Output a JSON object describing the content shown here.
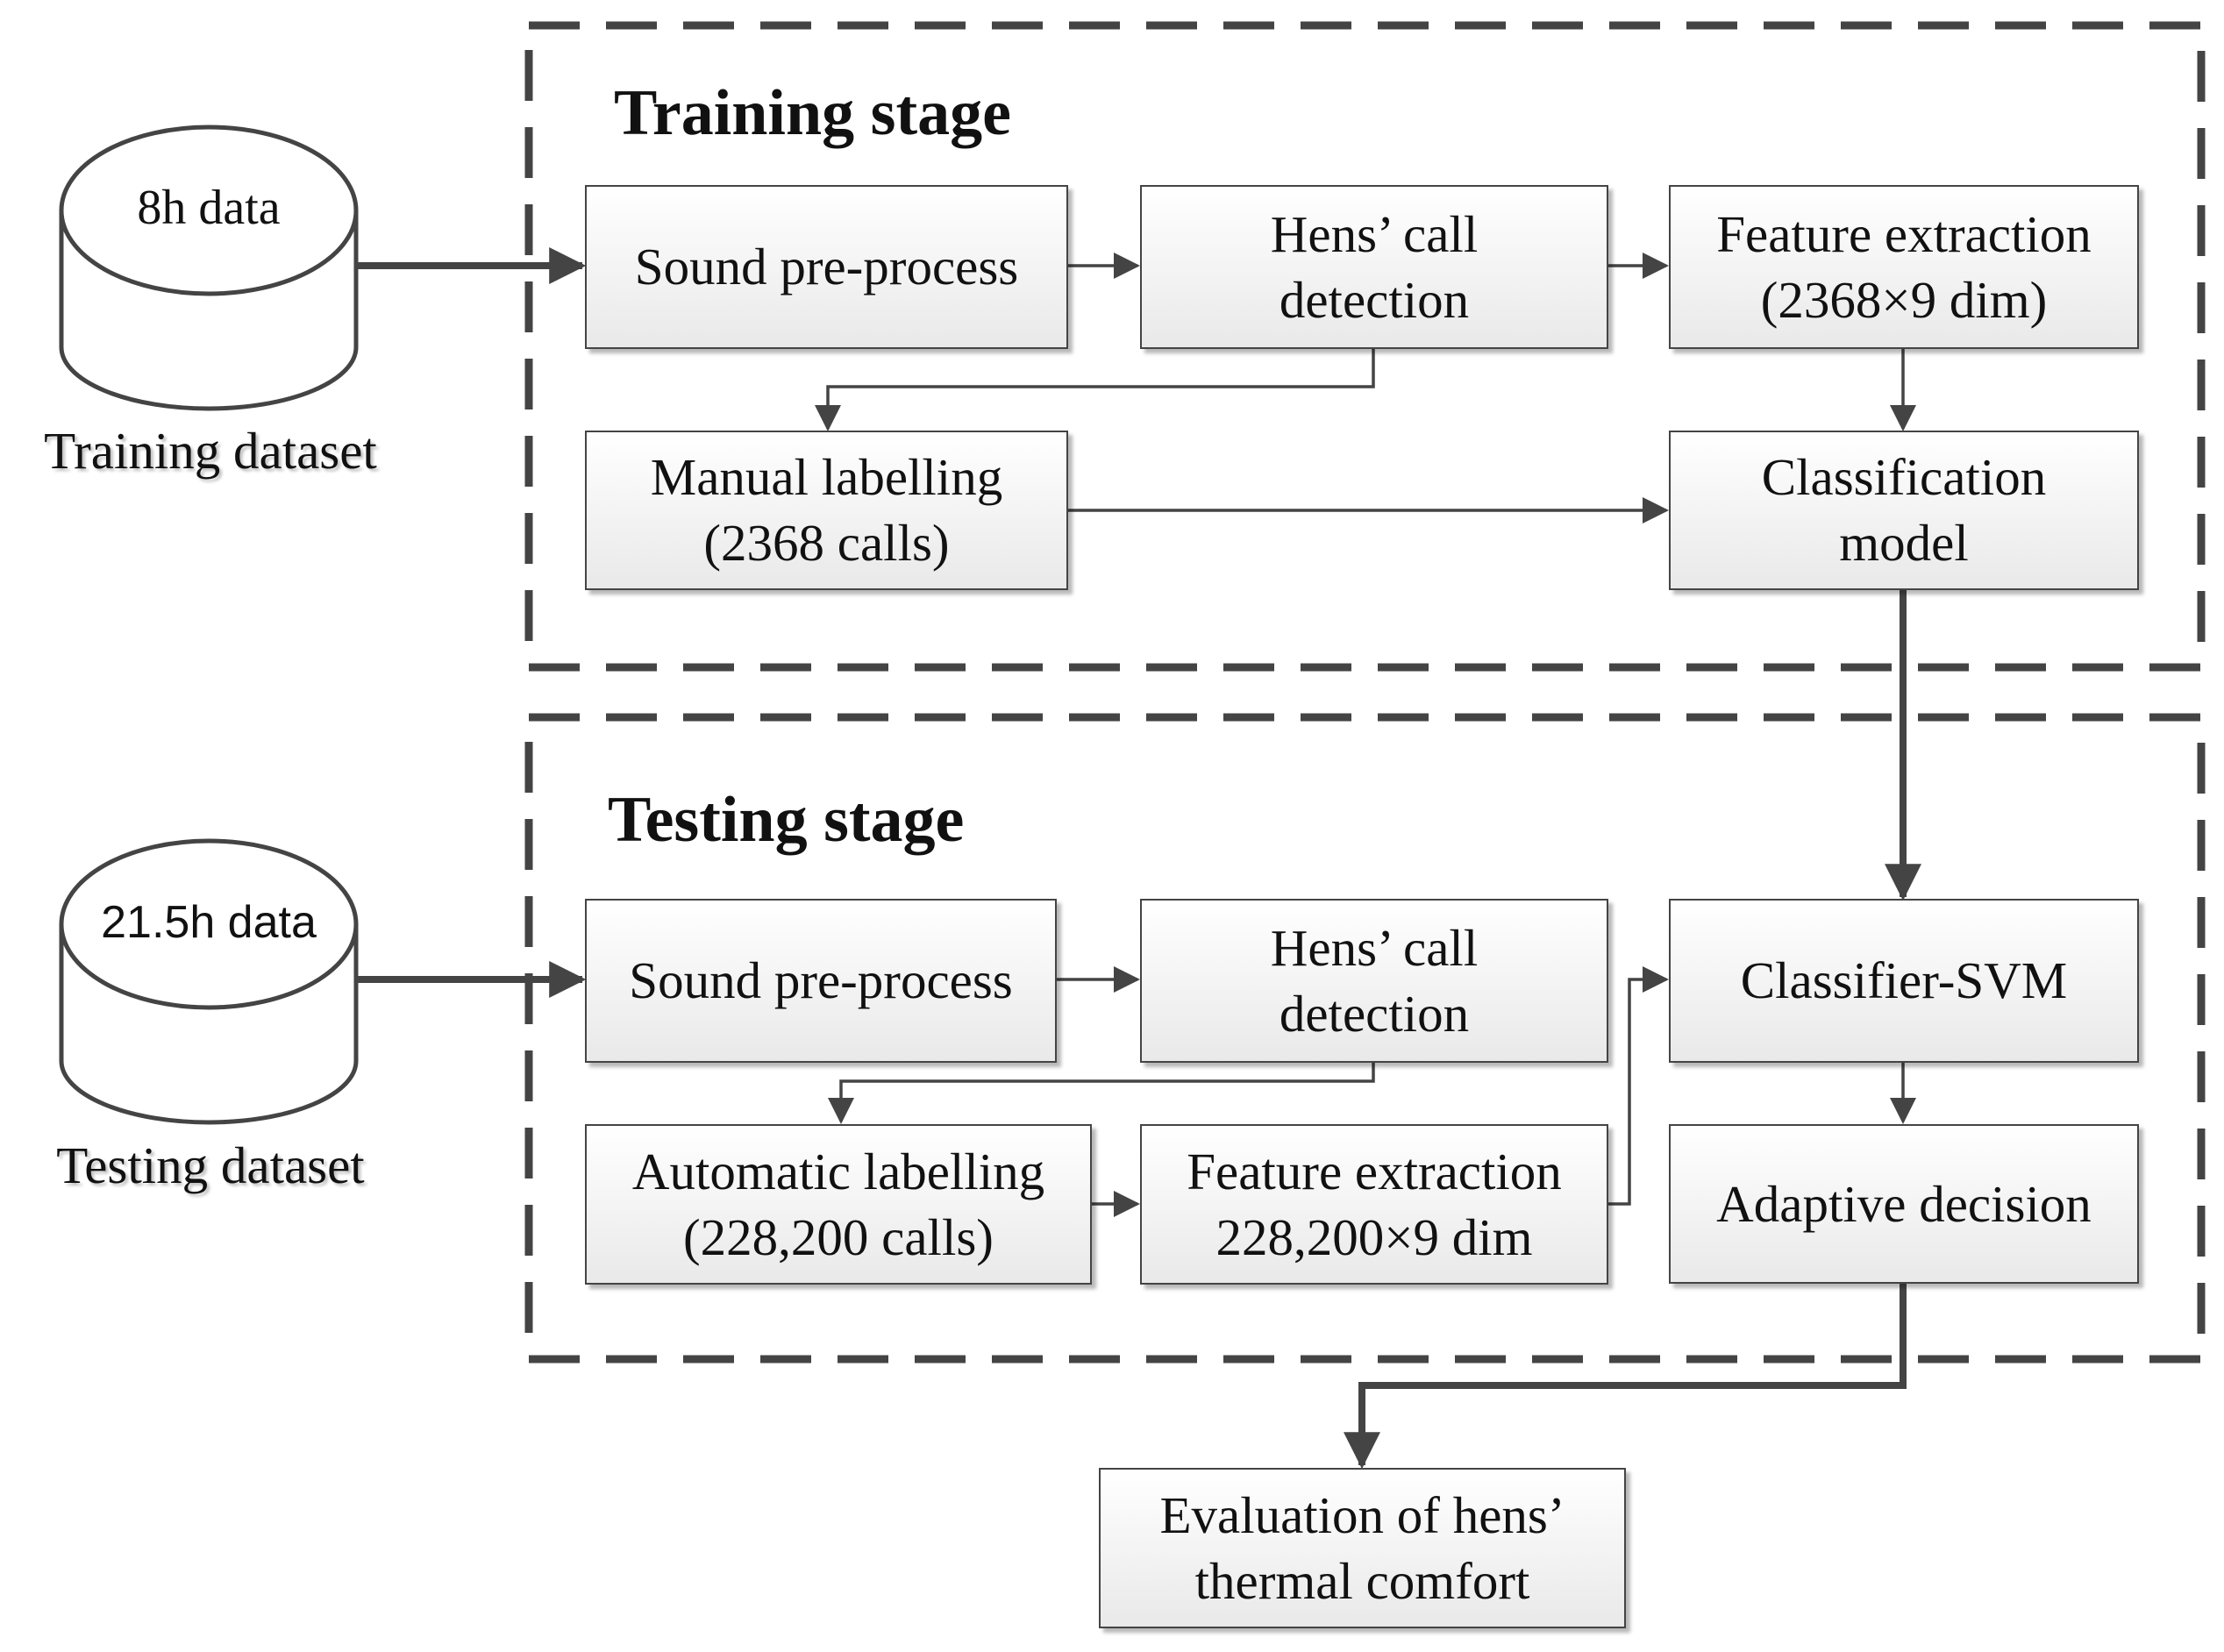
{
  "training": {
    "title": "Training stage",
    "database_label": "8h data",
    "dataset_caption": "Training dataset",
    "sound_preprocess": "Sound pre-process",
    "call_detection": [
      "Hens’ call",
      "detection"
    ],
    "feature_extraction": [
      "Feature extraction",
      "(2368×9 dim)"
    ],
    "manual_labelling": [
      "Manual labelling",
      "(2368 calls)"
    ],
    "classification_model": [
      "Classification",
      "model"
    ]
  },
  "testing": {
    "title": "Testing stage",
    "database_label": "21.5h data",
    "dataset_caption": "Testing dataset",
    "sound_preprocess": "Sound pre-process",
    "call_detection": [
      "Hens’ call",
      "detection"
    ],
    "automatic_labelling": [
      "Automatic labelling",
      "(228,200 calls)"
    ],
    "feature_extraction": [
      "Feature extraction",
      "228,200×9 dim"
    ],
    "classifier": "Classifier-SVM",
    "adaptive_decision": "Adaptive decision"
  },
  "output": {
    "evaluation": [
      "Evaluation of hens’",
      "thermal comfort"
    ]
  }
}
